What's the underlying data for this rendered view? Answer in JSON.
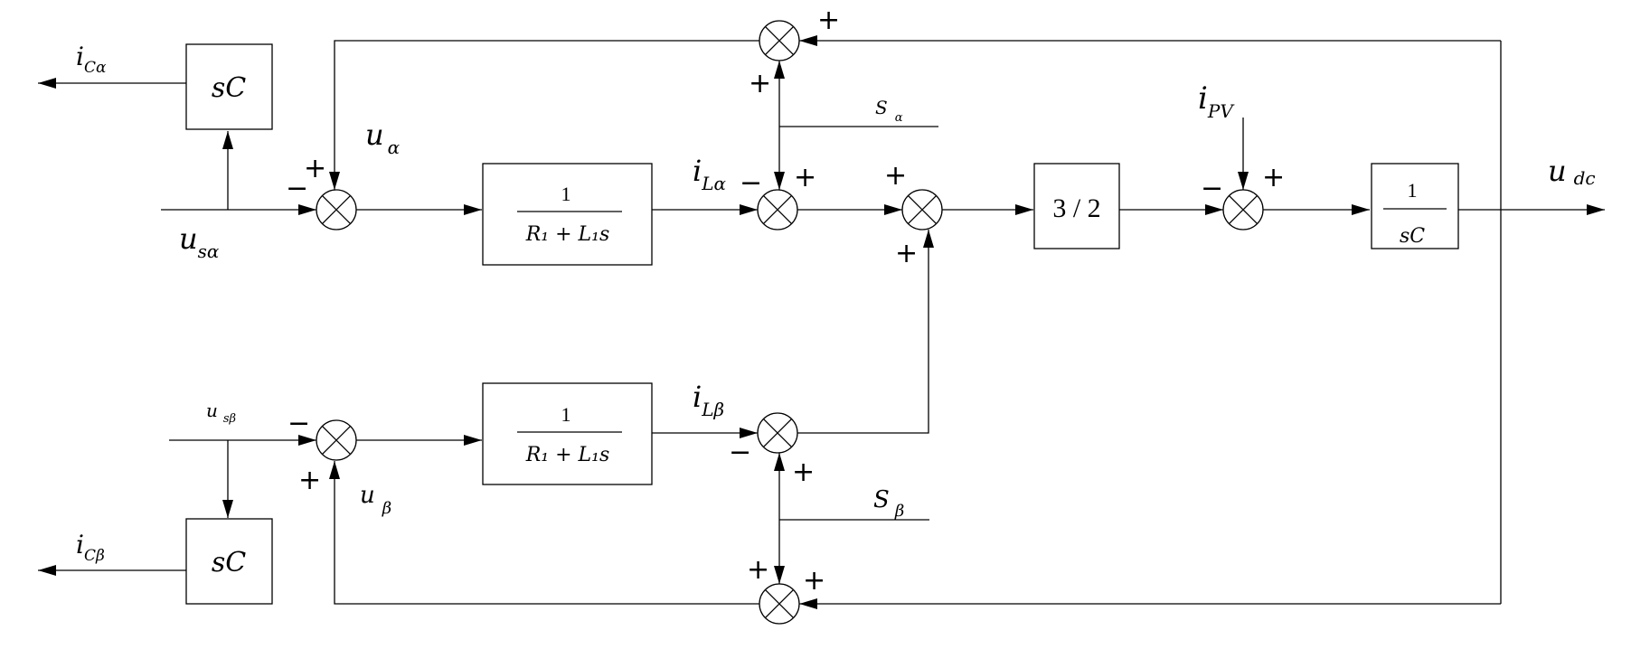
{
  "blocks": {
    "sc_top": "sC",
    "sc_bottom": "sC",
    "tf_alpha": {
      "num": "1",
      "den": "R₁ + L₁s"
    },
    "tf_beta": {
      "num": "1",
      "den": "R₁ + L₁s"
    },
    "gain": "3 / 2",
    "integrator": {
      "num": "1",
      "den": "sC"
    }
  },
  "labels": {
    "i_c_alpha": "i",
    "i_c_alpha_sub": "Cα",
    "i_c_beta": "i",
    "i_c_beta_sub": "Cβ",
    "u_s_alpha": "u",
    "u_s_alpha_sub": "sα",
    "u_s_beta": "u",
    "u_s_beta_sub": "sβ",
    "u_alpha": "u",
    "u_alpha_sub": "α",
    "u_beta": "u",
    "u_beta_sub": "β",
    "i_l_alpha": "i",
    "i_l_alpha_sub": "Lα",
    "i_l_beta": "i",
    "i_l_beta_sub": "Lβ",
    "s_alpha": "S",
    "s_alpha_sub": "α",
    "s_beta": "S",
    "s_beta_sub": "β",
    "i_pv": "i",
    "i_pv_sub": "PV",
    "u_dc": "u",
    "u_dc_sub": "dc"
  },
  "signs": {
    "plus": "+",
    "minus": "−"
  }
}
